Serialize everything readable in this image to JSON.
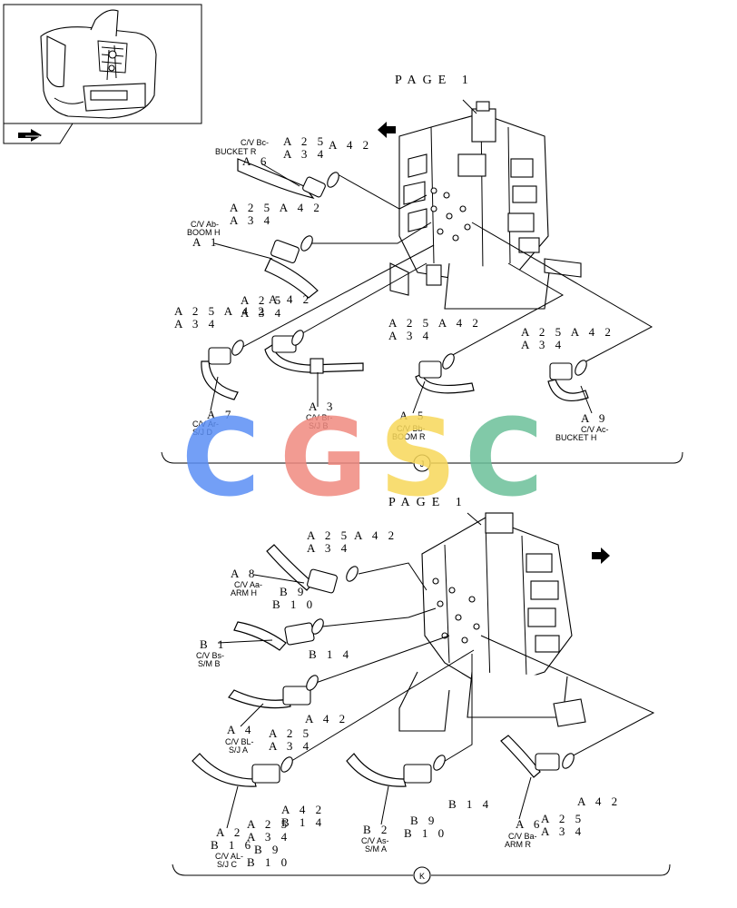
{
  "page_refs": {
    "top": "PAGE 1",
    "bottom": "PAGE 1"
  },
  "section_markers": {
    "top": "J",
    "bottom": "K"
  },
  "watermark": {
    "letters": [
      {
        "char": "C",
        "color": "#5b8ff5"
      },
      {
        "char": "G",
        "color": "#f08a80"
      },
      {
        "char": "S",
        "color": "#f7d85a"
      },
      {
        "char": "C",
        "color": "#6cc09a"
      }
    ]
  },
  "icons": [
    "thumbnail-excavator-icon",
    "arrow-left-icon",
    "arrow-right-icon",
    "next-page-arrow-icon"
  ],
  "top_labels": [
    {
      "id": "a6",
      "part": "A 6",
      "desc": [
        "C/V Bc-",
        "BUCKET R"
      ],
      "codes": [
        "A 2 5",
        "A 3 4",
        "A 4 2"
      ]
    },
    {
      "id": "a1",
      "part": "A 1",
      "desc": [
        "C/V Ab-",
        "BOOM H"
      ],
      "codes": [
        "A 2 5 A 4 2",
        "A 3 4"
      ]
    },
    {
      "id": "a7",
      "part": "A 7",
      "desc": [
        "C/V Ar-",
        "S/J D"
      ],
      "codes": [
        "A 2 5 A 4 2",
        "A 3 4"
      ]
    },
    {
      "id": "a3",
      "part": "A 3",
      "desc": [
        "C/V Br-",
        "S/J B"
      ],
      "codes": [
        "A 2 5",
        "A 4 2",
        "A 3 4"
      ]
    },
    {
      "id": "a5",
      "part": "A 5",
      "desc": [
        "C/V Bb-",
        "BOOM R"
      ],
      "codes": [
        "A 2 5 A 4 2",
        "A 3 4"
      ]
    },
    {
      "id": "a9",
      "part": "A 9",
      "desc": [
        "C/V Ac-",
        "BUCKET H"
      ],
      "codes": [
        "A 2 5 A 4 2",
        "A 3 4"
      ]
    }
  ],
  "bottom_labels": [
    {
      "id": "a8",
      "part": "A 8",
      "desc": [
        "C/V Aa-",
        "ARM H"
      ],
      "codes": [
        "A 2 5",
        "A 3 4",
        "A 4 2"
      ]
    },
    {
      "id": "b1",
      "part": "B 1",
      "desc": [
        "C/V Bs-",
        "S/M B"
      ],
      "codes": [
        "B 9",
        "B 1 0",
        "B 1 4"
      ]
    },
    {
      "id": "a4",
      "part": "A 4",
      "desc": [
        "C/V BL-",
        "S/J A"
      ],
      "codes": [
        "A 4 2",
        "A 2 5",
        "A 3 4"
      ]
    },
    {
      "id": "a2",
      "part": "A 2",
      "desc": [
        "C/V AL-",
        "S/J C"
      ],
      "codes": [
        "A 4 2",
        "B 1 4",
        "A 2 5",
        "A 3 4",
        "B 1 6",
        "B 9",
        "B 1 0"
      ]
    },
    {
      "id": "b2",
      "part": "B 2",
      "desc": [
        "C/V As-",
        "S/M A"
      ],
      "codes": [
        "B 1 4",
        "B 9",
        "B 1 0"
      ]
    },
    {
      "id": "a6b",
      "part": "A 6",
      "desc": [
        "C/V Ba-",
        "ARM R"
      ],
      "codes": [
        "A 4 2",
        "A 2 5",
        "A 3 4"
      ]
    }
  ]
}
